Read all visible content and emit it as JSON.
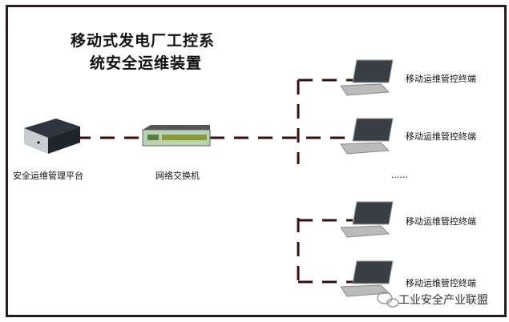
{
  "title_line1": "移动式发电厂工控系",
  "title_line2": "统安全运维装置",
  "platform_label": "安全运维管理平台",
  "switch_label": "网络交换机",
  "terminals": [
    {
      "label": "移动运维管控终端"
    },
    {
      "label": "移动运维管控终端"
    },
    {
      "label": "移动运维管控终端"
    },
    {
      "label": "移动运维管控终端"
    }
  ],
  "ellipsis": "......",
  "watermark": "工业安全产业联盟",
  "colors": {
    "line": "#3a0d0d",
    "border": "#2a1a1a"
  }
}
